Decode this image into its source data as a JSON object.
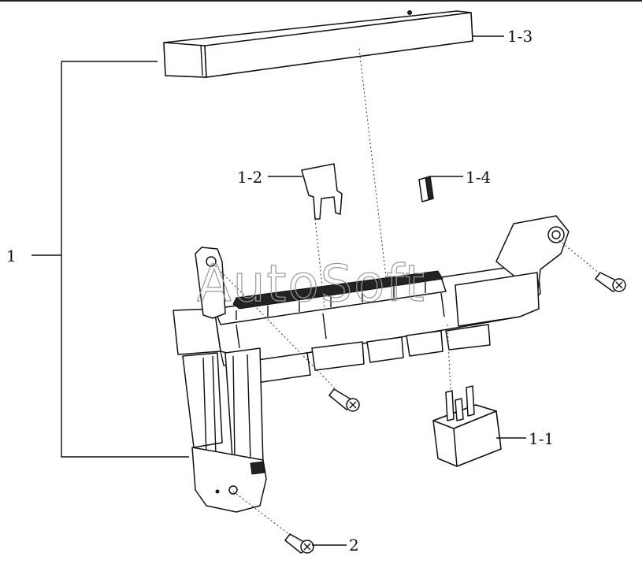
{
  "diagram": {
    "watermark": "AutoSoft",
    "callouts": [
      {
        "id": "1",
        "text": "1"
      },
      {
        "id": "2",
        "text": "2"
      },
      {
        "id": "1-1",
        "text": "1-1"
      },
      {
        "id": "1-2",
        "text": "1-2"
      },
      {
        "id": "1-3",
        "text": "1-3"
      },
      {
        "id": "1-4",
        "text": "1-4"
      }
    ]
  }
}
